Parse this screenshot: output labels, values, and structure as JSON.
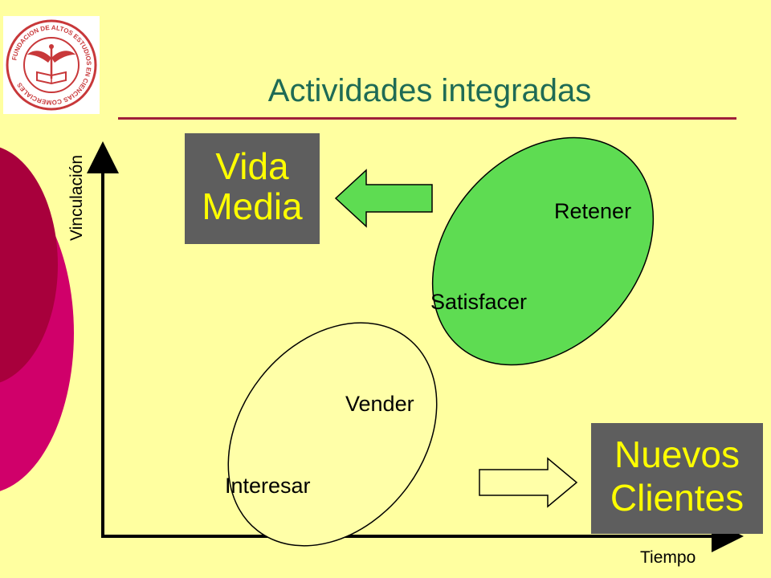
{
  "title": "Actividades integradas",
  "logo": {
    "ring_text": "FUNDACION DE ALTOS ESTUDIOS EN CIENCIAS COMERCIALES",
    "icon": "winged-emblem-with-book"
  },
  "axes": {
    "y_label": "Vinculación",
    "x_label": "Tiempo"
  },
  "boxes": {
    "vida": {
      "line1": "Vida",
      "line2": "Media"
    },
    "nuevos": {
      "line1": "Nuevos",
      "line2": "Clientes"
    }
  },
  "ellipses": {
    "lower": {
      "top_label": "Vender",
      "bottom_label": "Interesar"
    },
    "upper": {
      "top_label": "Retener",
      "bottom_label": "Satisfacer"
    }
  },
  "colors": {
    "background": "#FFFFA0",
    "title": "#1E6B55",
    "title_rule": "#A0203A",
    "upper_ellipse": "#5EDC52",
    "lower_ellipse": "#FFFFA8",
    "box_fill": "#5E5E5E",
    "box_text": "#FFFF00",
    "deco_dark": "#A8003C",
    "deco_pink": "#D0006A",
    "logo_red": "#C8383A"
  }
}
